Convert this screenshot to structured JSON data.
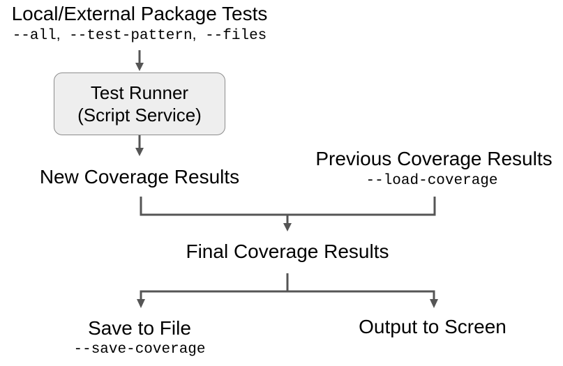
{
  "diagram": {
    "source": {
      "title": "Local/External Package Tests",
      "flags": [
        "--all",
        "--test-pattern",
        "--files"
      ],
      "separator": ","
    },
    "runner": {
      "line1": "Test Runner",
      "line2": "(Script Service)"
    },
    "new_results": {
      "title": "New Coverage Results"
    },
    "previous_results": {
      "title": "Previous Coverage Results",
      "flag": "--load-coverage"
    },
    "final_results": {
      "title": "Final Coverage Results"
    },
    "save": {
      "title": "Save to File",
      "flag": "--save-coverage"
    },
    "output": {
      "title": "Output to Screen"
    },
    "colors": {
      "connector": "#555555",
      "box_fill": "#eeeeee",
      "box_border": "#8c8c8c"
    }
  }
}
